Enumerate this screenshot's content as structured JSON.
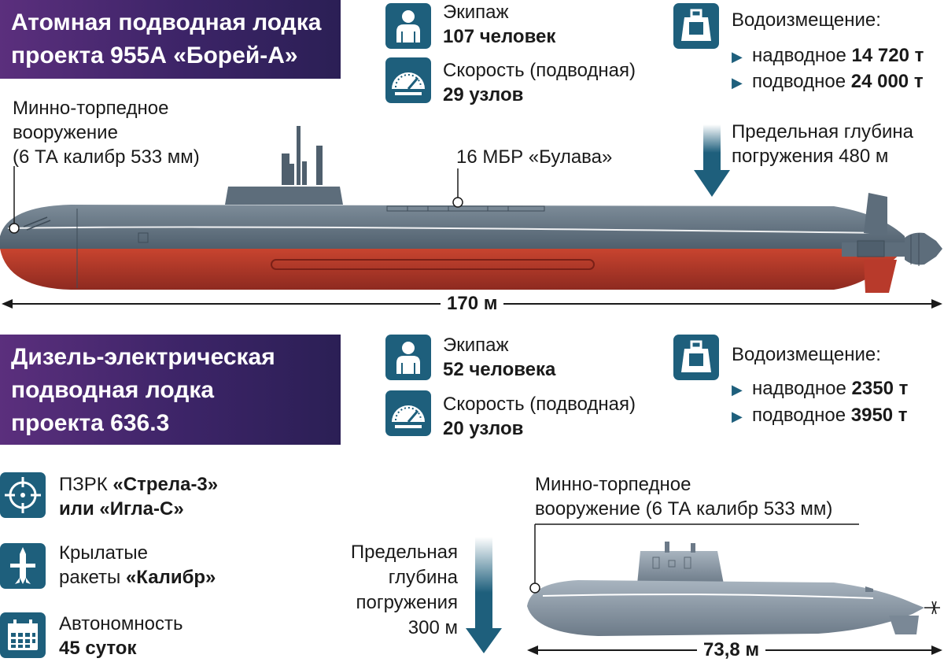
{
  "borei": {
    "title_line1": "Атомная подводная лодка",
    "title_line2": "проекта 955А «Борей-А»",
    "crew_label": "Экипаж",
    "crew_value": "107 человек",
    "speed_label": "Скорость (подводная)",
    "speed_value": "29 узлов",
    "displacement_label": "Водоизмещение:",
    "surface_label": "надводное",
    "surface_value": "14 720 т",
    "submerged_label": "подводное",
    "submerged_value": "24 000 т",
    "torpedo_line1": "Минно-торпедное",
    "torpedo_line2": "вооружение",
    "torpedo_line3": "(6 ТА калибр 533 мм)",
    "missiles": "16 МБР «Булава»",
    "depth_line1": "Предельная глубина",
    "depth_line2": "погружения 480 м",
    "length": "170 м"
  },
  "kilo": {
    "title_line1": "Дизель-электрическая",
    "title_line2": "подводная лодка",
    "title_line3": "проекта 636.3",
    "crew_label": "Экипаж",
    "crew_value": "52 человека",
    "speed_label": "Скорость (подводная)",
    "speed_value": "20 узлов",
    "displacement_label": "Водоизмещение:",
    "surface_label": "надводное",
    "surface_value": "2350 т",
    "submerged_label": "подводное",
    "submerged_value": "3950 т",
    "manpads_prefix": "ПЗРК",
    "manpads_name1": "«Стрела-3»",
    "manpads_line2": "или «Игла-С»",
    "cruise_line1": "Крылатые",
    "cruise_prefix": "ракеты",
    "cruise_name": "«Калибр»",
    "autonomy_label": "Автономность",
    "autonomy_value": "45 суток",
    "torpedo_line1": "Минно-торпедное",
    "torpedo_line2": "вооружение (6 ТА калибр 533 мм)",
    "depth_line1": "Предельная",
    "depth_line2": "глубина",
    "depth_line3": "погружения",
    "depth_line4": "300 м",
    "length": "73,8 м"
  },
  "colors": {
    "banner": "#3c2467",
    "icon": "#1e5f7c",
    "hull_grey": "#5d6d7b",
    "hull_red": "#b83a2b",
    "kilo_hull": "#8795a3"
  },
  "icons": [
    "person-icon",
    "speedometer-icon",
    "weight-icon",
    "crosshair-icon",
    "missile-icon",
    "calendar-icon",
    "triangle-bullet-icon",
    "down-arrow-icon"
  ]
}
